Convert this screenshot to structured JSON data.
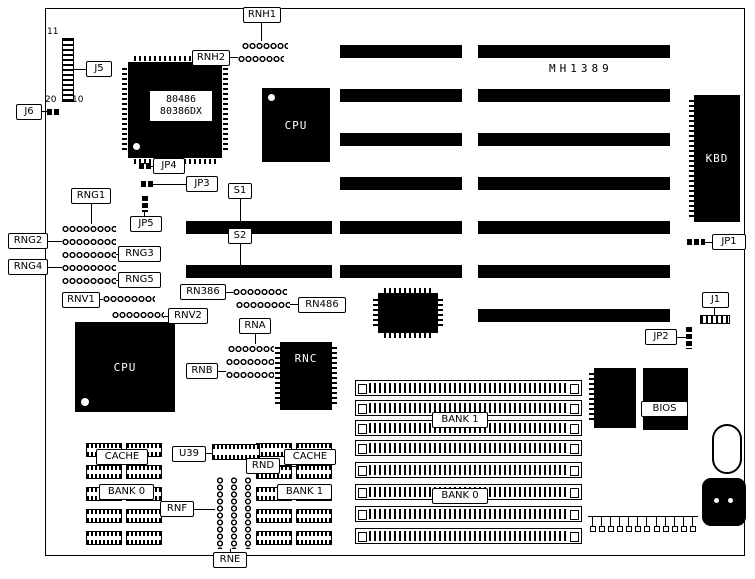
{
  "board": {
    "model": "MH1389"
  },
  "annotations": {
    "pin11": "11",
    "pin20": "20",
    "pin10": "10"
  },
  "labels": {
    "rnh1": "RNH1",
    "rnh2": "RNH2",
    "j5": "J5",
    "j6": "J6",
    "j1": "J1",
    "jp1": "JP1",
    "jp2": "JP2",
    "jp3": "JP3",
    "jp4": "JP4",
    "jp5": "JP5",
    "s1": "S1",
    "s2": "S2",
    "rng1": "RNG1",
    "rng2": "RNG2",
    "rng3": "RNG3",
    "rng4": "RNG4",
    "rng5": "RNG5",
    "rnv1": "RNV1",
    "rnv2": "RNV2",
    "rn386": "RN386",
    "rn486": "RN486",
    "rna": "RNA",
    "rnb": "RNB",
    "rnd": "RND",
    "rne": "RNE",
    "rnf": "RNF",
    "u39": "U39"
  },
  "chips": {
    "qfp_line1": "80486",
    "qfp_line2": "80386DX",
    "cpu_upper": "CPU",
    "cpu_lower": "CPU",
    "kbd": "KBD",
    "rnc": "RNC",
    "bios": "BIOS"
  },
  "memory": {
    "simm_bank1": "BANK 1",
    "simm_bank0": "BANK 0",
    "cache_left": "CACHE",
    "cache_left_bank": "BANK 0",
    "cache_right": "CACHE",
    "cache_right_bank": "BANK 1"
  }
}
